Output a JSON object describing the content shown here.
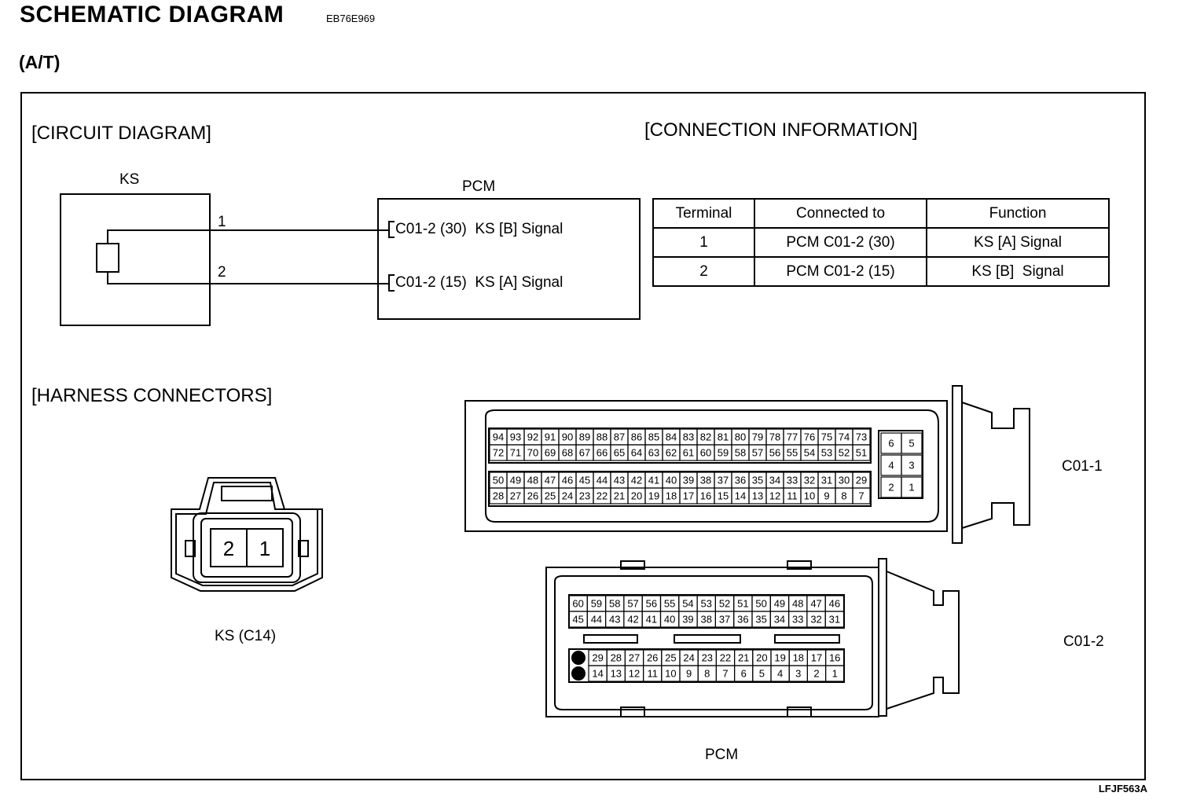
{
  "header": {
    "title": "SCHEMATIC DIAGRAM",
    "code": "EB76E969",
    "mode": "(A/T)"
  },
  "sections": {
    "circuit": "[CIRCUIT DIAGRAM]",
    "connection": "[CONNECTION INFORMATION]",
    "harness": "[HARNESS CONNECTORS]"
  },
  "circuit": {
    "ks_label": "KS",
    "pcm_label": "PCM",
    "pins": [
      "1",
      "2"
    ],
    "signals": [
      "C01-2 (30)  KS [B] Signal",
      "C01-2 (15)  KS [A] Signal"
    ]
  },
  "connection_table": {
    "headers": [
      "Terminal",
      "Connected to",
      "Function"
    ],
    "rows": [
      [
        "1",
        "PCM C01-2 (30)",
        "KS [A] Signal"
      ],
      [
        "2",
        "PCM C01-2 (15)",
        "KS [B]  Signal"
      ]
    ]
  },
  "harness": {
    "ks_connector_label": "KS (C14)",
    "ks_pins": [
      "2",
      "1"
    ],
    "c011_label": "C01-1",
    "c012_label": "C01-2",
    "pcm_label": "PCM",
    "c011_rows": [
      [
        "94",
        "93",
        "92",
        "91",
        "90",
        "89",
        "88",
        "87",
        "86",
        "85",
        "84",
        "83",
        "82",
        "81",
        "80",
        "79",
        "78",
        "77",
        "76",
        "75",
        "74",
        "73"
      ],
      [
        "72",
        "71",
        "70",
        "69",
        "68",
        "67",
        "66",
        "65",
        "64",
        "63",
        "62",
        "61",
        "60",
        "59",
        "58",
        "57",
        "56",
        "55",
        "54",
        "53",
        "52",
        "51"
      ],
      [
        "50",
        "49",
        "48",
        "47",
        "46",
        "45",
        "44",
        "43",
        "42",
        "41",
        "40",
        "39",
        "38",
        "37",
        "36",
        "35",
        "34",
        "33",
        "32",
        "31",
        "30",
        "29"
      ],
      [
        "28",
        "27",
        "26",
        "25",
        "24",
        "23",
        "22",
        "21",
        "20",
        "19",
        "18",
        "17",
        "16",
        "15",
        "14",
        "13",
        "12",
        "11",
        "10",
        "9",
        "8",
        "7"
      ]
    ],
    "c011_side": [
      [
        "6",
        "5"
      ],
      [
        "4",
        "3"
      ],
      [
        "2",
        "1"
      ]
    ],
    "c012_rows": [
      [
        "60",
        "59",
        "58",
        "57",
        "56",
        "55",
        "54",
        "53",
        "52",
        "51",
        "50",
        "49",
        "48",
        "47",
        "46"
      ],
      [
        "45",
        "44",
        "43",
        "42",
        "41",
        "40",
        "39",
        "38",
        "37",
        "36",
        "35",
        "34",
        "33",
        "32",
        "31"
      ],
      [
        "29",
        "28",
        "27",
        "26",
        "25",
        "24",
        "23",
        "22",
        "21",
        "20",
        "19",
        "18",
        "17",
        "16"
      ],
      [
        "14",
        "13",
        "12",
        "11",
        "10",
        "9",
        "8",
        "7",
        "6",
        "5",
        "4",
        "3",
        "2",
        "1"
      ]
    ]
  },
  "footer": {
    "code": "LFJF563A"
  }
}
